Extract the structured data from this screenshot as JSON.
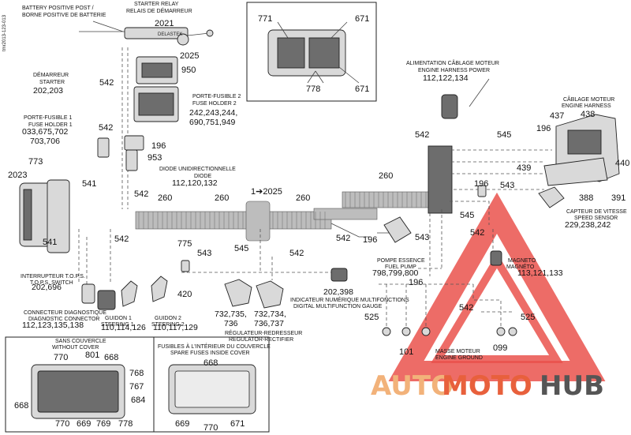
{
  "side_code": "tmr2013-123-013",
  "labels": {
    "battery": [
      "BATTERY POSITIVE POST /",
      "BORNE POSITIVE DE BATTERIE"
    ],
    "starter_relay": [
      "STARTER RELAY",
      "RELAIS DE DÉMARREUR"
    ],
    "relay_tag": "DELASTEK",
    "starter": [
      "DÉMARREUR",
      "STARTER"
    ],
    "fuse_holder_2": [
      "PORTE-FUSIBLE 2",
      "FUSE HOLDER 2"
    ],
    "fuse_holder_1": [
      "PORTE-FUSIBLE 1",
      "FUSE HOLDER 1"
    ],
    "diode": [
      "DIODE UNIDIRECTIONNELLE",
      "DIODE"
    ],
    "engine_power": [
      "ALIMENTATION CÂBLAGE MOTEUR",
      "ENGINE HARNESS POWER"
    ],
    "engine_harness": [
      "CÂBLAGE MOTEUR",
      "ENGINE HARNESS"
    ],
    "speed_sensor": [
      "CAPTEUR DE VITESSE",
      "SPEED SENSOR"
    ],
    "fuel_pump": [
      "POMPE ESSENCE",
      "FUEL PUMP"
    ],
    "magneto": [
      "MAGNETO",
      "MAGNÉTO"
    ],
    "tops": [
      "INTERRUPTEUR T.O.P.S.",
      "T.O.P.S. SWITCH"
    ],
    "diag": [
      "CONNECTEUR DIAGNOSTIQUE",
      "DIAGNOSTIC CONNECTOR"
    ],
    "steering1": [
      "GUIDON 1",
      "STEERING 1"
    ],
    "steering2": [
      "GUIDON 2",
      "STEERING 2"
    ],
    "regulator": [
      "RÉGULATEUR-REDRESSEUR",
      "REGULATOR-RECTIFIER"
    ],
    "gauge": [
      "INDICATEUR NUMÉRIQUE MULTIFONCTIONS",
      "DIGITAL MULTIFUNCTION GAUGE"
    ],
    "ground": [
      "MASSE MOTEUR",
      "ENGINE GROUND"
    ],
    "without_cover": [
      "SANS COUVERCLE",
      "WITHOUT COVER"
    ],
    "spare_fuses": [
      "FUSIBLES À L'INTÉRIEUR DU COUVERCLE",
      "SPARE FUSES INSIDE COVER"
    ]
  },
  "numbers": {
    "n2021": "2021",
    "n2025a": "2025",
    "n950": "950",
    "n542a": "542",
    "fuse2_a": "242,243,244,",
    "fuse2_b": "690,751,949",
    "starter_refs": "202,203",
    "fuse1_a": "033,675,702",
    "fuse1_b": "703,706",
    "n542b": "542",
    "n196a": "196",
    "n953": "953",
    "diode_refs": "112,120,132",
    "n773": "773",
    "n2023": "2023",
    "n541a": "541",
    "n542c": "542",
    "n260a": "260",
    "n260b": "260",
    "arrow_2025": "1➔2025",
    "n260c": "260",
    "n260d": "260",
    "engine_power_refs": "112,122,134",
    "n542d": "542",
    "n545a": "545",
    "n196b": "196",
    "n437": "437",
    "n438": "438",
    "n440": "440",
    "n439": "439",
    "n388": "388",
    "n391": "391",
    "n196c": "196",
    "n543a": "543",
    "n545b": "545",
    "speed_refs": "229,238,242",
    "n541b": "541",
    "n542e": "542",
    "n775": "775",
    "n543b": "543",
    "n545c": "545",
    "n542f": "542",
    "n542g": "542",
    "n196d": "196",
    "n543c": "543",
    "n542h": "542",
    "magneto_refs": "113,121,133",
    "fuel_refs": "798,799,800",
    "tops_refs": "202,696",
    "n420": "420",
    "reg_a": "732,735,",
    "reg_b": "736",
    "reg_c": "732,734,",
    "reg_d": "736,737",
    "gauge_refs": "202,398",
    "n196e": "196",
    "n542i": "542",
    "diag_refs": "112,123,135,138",
    "st1_refs": "110,114,126",
    "st2_refs": "110,117,129",
    "n525a": "525",
    "n525b": "525",
    "n101": "101",
    "n099": "099",
    "c771": "771",
    "c671a": "671",
    "c778": "778",
    "c671b": "671",
    "w770a": "770",
    "w801": "801",
    "w668a": "668",
    "w768": "768",
    "w767": "767",
    "w684": "684",
    "w668b": "668",
    "w770b": "770",
    "w669a": "669",
    "w769": "769",
    "w778": "778",
    "s668": "668",
    "s669": "669",
    "s770": "770",
    "s671": "671"
  },
  "watermark": {
    "part1": "AUTO",
    "part2": "MOTO",
    "part3": "HUB",
    "c1": "#f2b27a",
    "c2": "#e8603c",
    "c3": "#555555",
    "tri": "#e8403a"
  },
  "colors": {
    "harness": "#bdbdbd",
    "line": "#444444"
  }
}
